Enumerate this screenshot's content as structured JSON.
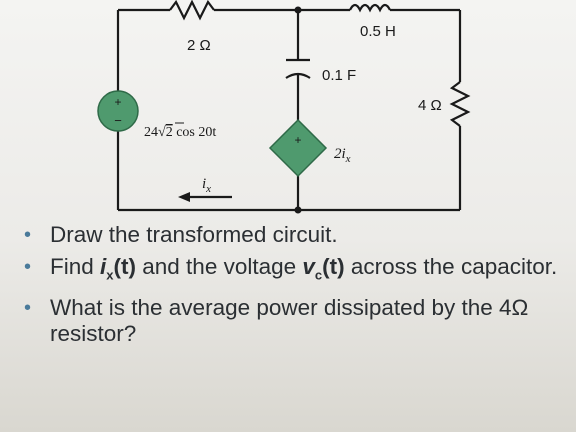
{
  "circuit": {
    "r_top_label": "2 Ω",
    "inductor_label": "0.5 H",
    "capacitor_label": "0.1 F",
    "r_right_label": "4 Ω",
    "source_label_prefix": "24",
    "source_label_root": "2",
    "source_label_suffix": " cos 20t",
    "dep_source_label": "2i",
    "dep_source_sub": "x",
    "current_label": "i",
    "current_sub": "x",
    "plus_sign": "+",
    "minus_sign": "−"
  },
  "bullets": {
    "b1": "Draw the transformed circuit.",
    "b2_pre": "Find ",
    "b2_i": "i",
    "b2_i_sub": "x",
    "b2_t": "(t)",
    "b2_mid": " and the voltage ",
    "b2_v": "v",
    "b2_v_sub": "c",
    "b2_t2": "(t)",
    "b2_post": " across the capacitor.",
    "b3": "What is the average power dissipated by the 4Ω resistor?",
    "bullet_char": "•"
  },
  "colors": {
    "source_fill": "#4f9a6e",
    "wire": "#1a1a1a",
    "text": "#2b2f33"
  }
}
